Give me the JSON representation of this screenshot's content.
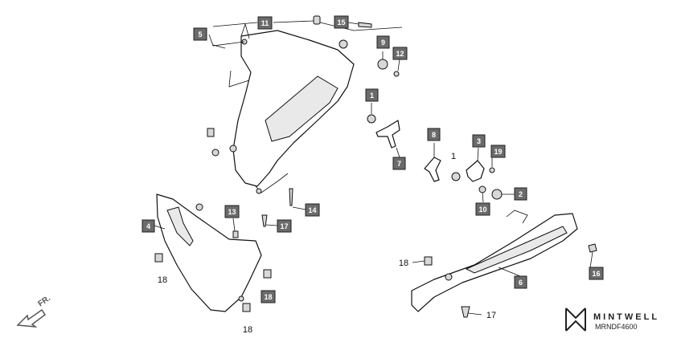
{
  "callouts": [
    {
      "id": "c5",
      "text": "5"
    },
    {
      "id": "c11",
      "text": "11"
    },
    {
      "id": "c15",
      "text": "15"
    },
    {
      "id": "c9",
      "text": "9"
    },
    {
      "id": "c12",
      "text": "12"
    },
    {
      "id": "c1",
      "text": "1"
    },
    {
      "id": "c7",
      "text": "7"
    },
    {
      "id": "c8",
      "text": "8"
    },
    {
      "id": "c3",
      "text": "3"
    },
    {
      "id": "c19",
      "text": "19"
    },
    {
      "id": "c2",
      "text": "2"
    },
    {
      "id": "c10",
      "text": "10"
    },
    {
      "id": "c14",
      "text": "14"
    },
    {
      "id": "c13",
      "text": "13"
    },
    {
      "id": "c17a",
      "text": "17"
    },
    {
      "id": "c4",
      "text": "4"
    },
    {
      "id": "c18a",
      "text": "18"
    },
    {
      "id": "c6",
      "text": "6"
    },
    {
      "id": "c16",
      "text": "16"
    }
  ],
  "plain_labels": [
    {
      "id": "p1",
      "text": "1"
    },
    {
      "id": "p18a",
      "text": "18"
    },
    {
      "id": "p18b",
      "text": "18"
    },
    {
      "id": "p18c",
      "text": "18"
    },
    {
      "id": "p17",
      "text": "17"
    }
  ],
  "brand": {
    "name": "MINTWELL",
    "code": "MRNDF4600"
  },
  "direction_marker": {
    "text": "FR."
  }
}
